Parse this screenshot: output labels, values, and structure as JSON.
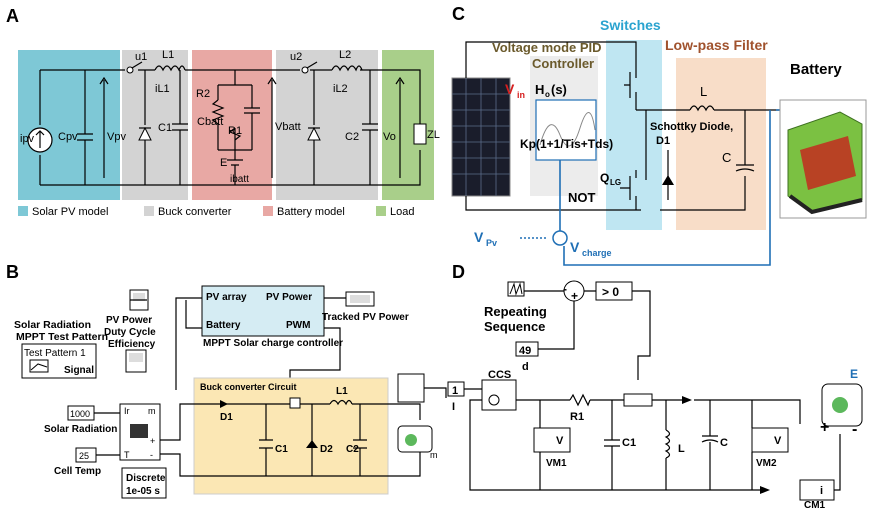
{
  "colors": {
    "pv_model": "#7ec8d6",
    "buck": "#d3d3d3",
    "battery_model": "#e8a8a4",
    "load": "#a9cf8a",
    "switch_band": "#bfe6f2",
    "filter_band": "#f8ddc8",
    "block_box": "#d5ecf3",
    "buck_yellow": "#fbe7b4",
    "accent_blue": "#1f6fb5",
    "vin_red": "#d62020"
  },
  "panelA": {
    "letter": "A",
    "u1": "u1",
    "L1": "L1",
    "iL1": "iL1",
    "u2": "u2",
    "L2": "L2",
    "iL2": "iL2",
    "ipv": "ipv",
    "Cpv": "Cpv",
    "Vpv": "Vpv",
    "C1": "C1",
    "R2": "R2",
    "Cbatt": "Cbatt",
    "R1": "R1",
    "Vbatt": "Vbatt",
    "E": "E",
    "ibatt": "ibatt",
    "C2": "C2",
    "Vo": "Vo",
    "ZL": "ZL",
    "legend": [
      "Solar PV model",
      "Buck converter",
      "Battery model",
      "Load"
    ]
  },
  "panelB": {
    "letter": "B",
    "scope_label": [
      "PV Power",
      "Duty Cycle",
      "Efficiency"
    ],
    "radiation_title": [
      "Solar Radiation",
      "MPPT Test Pattern"
    ],
    "test_pattern": [
      "Test Pattern 1",
      "Signal"
    ],
    "mppt": {
      "pv_array": "PV array",
      "pv_power": "PV Power",
      "battery": "Battery",
      "pwm": "PWM",
      "caption": "MPPT Solar charge controller"
    },
    "tracked": "Tracked PV Power",
    "irr_value": "1000",
    "irr_label": "Solar Radiation",
    "temp_value": "25",
    "temp_label": "Cell Temp",
    "pv_ports": {
      "ir": "Ir",
      "t": "T",
      "m": "m",
      "plus": "+",
      "minus": "-"
    },
    "discrete": [
      "Discrete",
      "1e-05 s"
    ],
    "buck_caption": "Buck converter Circuit",
    "D1": "D1",
    "L1": "L1",
    "C1": "C1",
    "D2": "D2",
    "C2": "C2",
    "m": "m"
  },
  "panelC": {
    "letter": "C",
    "switches": "Switches",
    "pid": [
      "Voltage mode PID",
      "Controller"
    ],
    "lpf": "Low-pass Filter",
    "battery": "Battery",
    "vin": "V",
    "vin_sub": "in",
    "ho": "H",
    "ho_sub": "o",
    "ho_rest": "(s)",
    "kp_formula": "Kp(1+1/Tis+Tds)",
    "schottky": [
      "Schottky Diode,",
      "D1"
    ],
    "L": "L",
    "C": "C",
    "qlg": "Q",
    "qlg_sub": "LG",
    "not": "NOT",
    "vpv": "V",
    "vpv_sub": "Pv",
    "vcharge": "V",
    "vcharge_sub": "charge"
  },
  "panelD": {
    "letter": "D",
    "repeating": [
      "Repeating",
      "Sequence"
    ],
    "compare": "> 0",
    "d_value": "49",
    "d_label": "d",
    "ccs": "CCS",
    "one": "1",
    "I": "I",
    "R1": "R1",
    "C1": "C1",
    "L": "L",
    "C": "C",
    "VM1": "VM1",
    "VM2": "VM2",
    "CM1": "CM1",
    "V": "V",
    "i": "i",
    "E": "E",
    "plus": "+",
    "minus": "-",
    "sum_minus": "-",
    "sum_plus": "+"
  }
}
